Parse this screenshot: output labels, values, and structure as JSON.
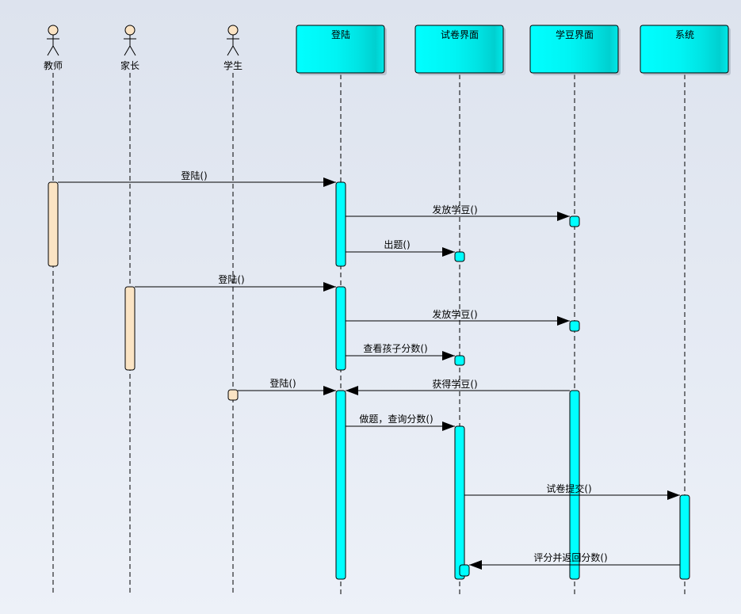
{
  "actors": [
    {
      "id": "teacher",
      "name": "教师"
    },
    {
      "id": "parent",
      "name": "家长"
    },
    {
      "id": "student",
      "name": "学生"
    }
  ],
  "objects": [
    {
      "id": "login",
      "name": "登陆"
    },
    {
      "id": "exam",
      "name": "试卷界面"
    },
    {
      "id": "bean",
      "name": "学豆界面"
    },
    {
      "id": "system",
      "name": "系统"
    }
  ],
  "messages": [
    {
      "id": "m1",
      "label": "登陆()"
    },
    {
      "id": "m2",
      "label": "发放学豆()"
    },
    {
      "id": "m3",
      "label": "出题()"
    },
    {
      "id": "m4",
      "label": "登陆()"
    },
    {
      "id": "m5",
      "label": "发放学豆()"
    },
    {
      "id": "m6",
      "label": "查看孩子分数()"
    },
    {
      "id": "m7",
      "label": "登陆()"
    },
    {
      "id": "m8",
      "label": "获得学豆()"
    },
    {
      "id": "m9",
      "label": "做题，查询分数()"
    },
    {
      "id": "m10",
      "label": "试卷提交()"
    },
    {
      "id": "m11",
      "label": "评分并返回分数()"
    }
  ],
  "colors": {
    "object_fill": "#00ffff",
    "object_fill_dark": "#00d4d4",
    "actor_activation": "#fbe4c4",
    "actor_head": "#fbe4c4",
    "line": "#000000"
  }
}
